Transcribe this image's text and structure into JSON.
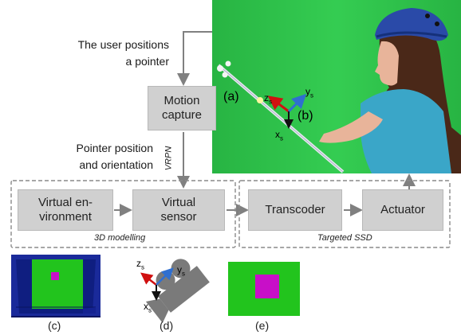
{
  "labels": {
    "user_positions_line1": "The user positions",
    "user_positions_line2": "a pointer",
    "pointer_pose_line1": "Pointer position",
    "pointer_pose_line2": "and orientation",
    "vrpn": "VRPN",
    "photo_a": "(a)",
    "photo_b": "(b)",
    "fig_c": "(c)",
    "fig_d": "(d)",
    "fig_e": "(e)"
  },
  "boxes": {
    "motion_capture_line1": "Motion",
    "motion_capture_line2": "capture",
    "virtual_env_line1": "Virtual en-",
    "virtual_env_line2": "vironment",
    "virtual_sensor_line1": "Virtual",
    "virtual_sensor_line2": "sensor",
    "transcoder": "Transcoder",
    "actuator": "Actuator"
  },
  "groups": {
    "modelling": "3D modelling",
    "targeted_ssd": "Targeted SSD"
  },
  "axes": {
    "x": "x",
    "y": "y",
    "z": "z",
    "sub": "s"
  },
  "colors": {
    "green_screen": "#2fc24a",
    "box_fill": "#d0d0d0",
    "arrow_gray": "#808080",
    "axis_red": "#d01010",
    "axis_blue": "#2f6fd0",
    "axis_black": "#111111",
    "room_blue": "#1a2a9a",
    "inner_green": "#22c41d",
    "target_magenta": "#c80fc8"
  }
}
